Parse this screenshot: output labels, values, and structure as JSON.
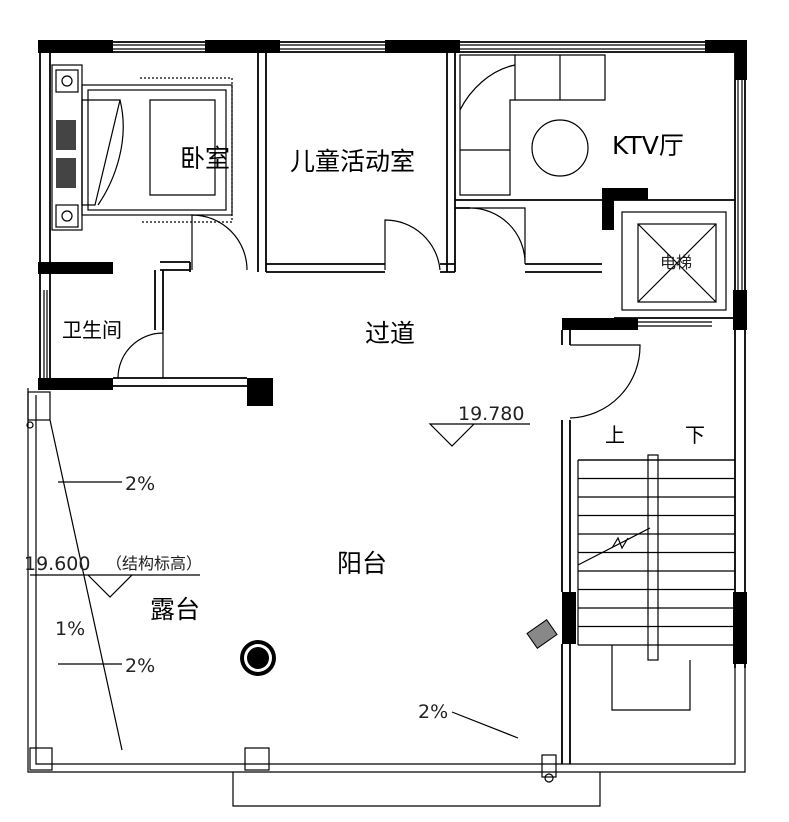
{
  "rooms": {
    "bedroom": "卧室",
    "kids_room": "儿童活动室",
    "ktv": "KTV厅",
    "bathroom": "卫生间",
    "corridor": "过道",
    "balcony": "阳台",
    "terrace": "露台",
    "elevator": "电梯"
  },
  "stairs": {
    "up": "上",
    "down": "下"
  },
  "elevations": {
    "balcony_level": "19.780",
    "terrace_level": "19.600",
    "terrace_level_note": "（结构标高）"
  },
  "slopes": {
    "terrace_upper": "2%",
    "terrace_lower": "2%",
    "terrace_gutter": "1%",
    "balcony": "2%"
  }
}
